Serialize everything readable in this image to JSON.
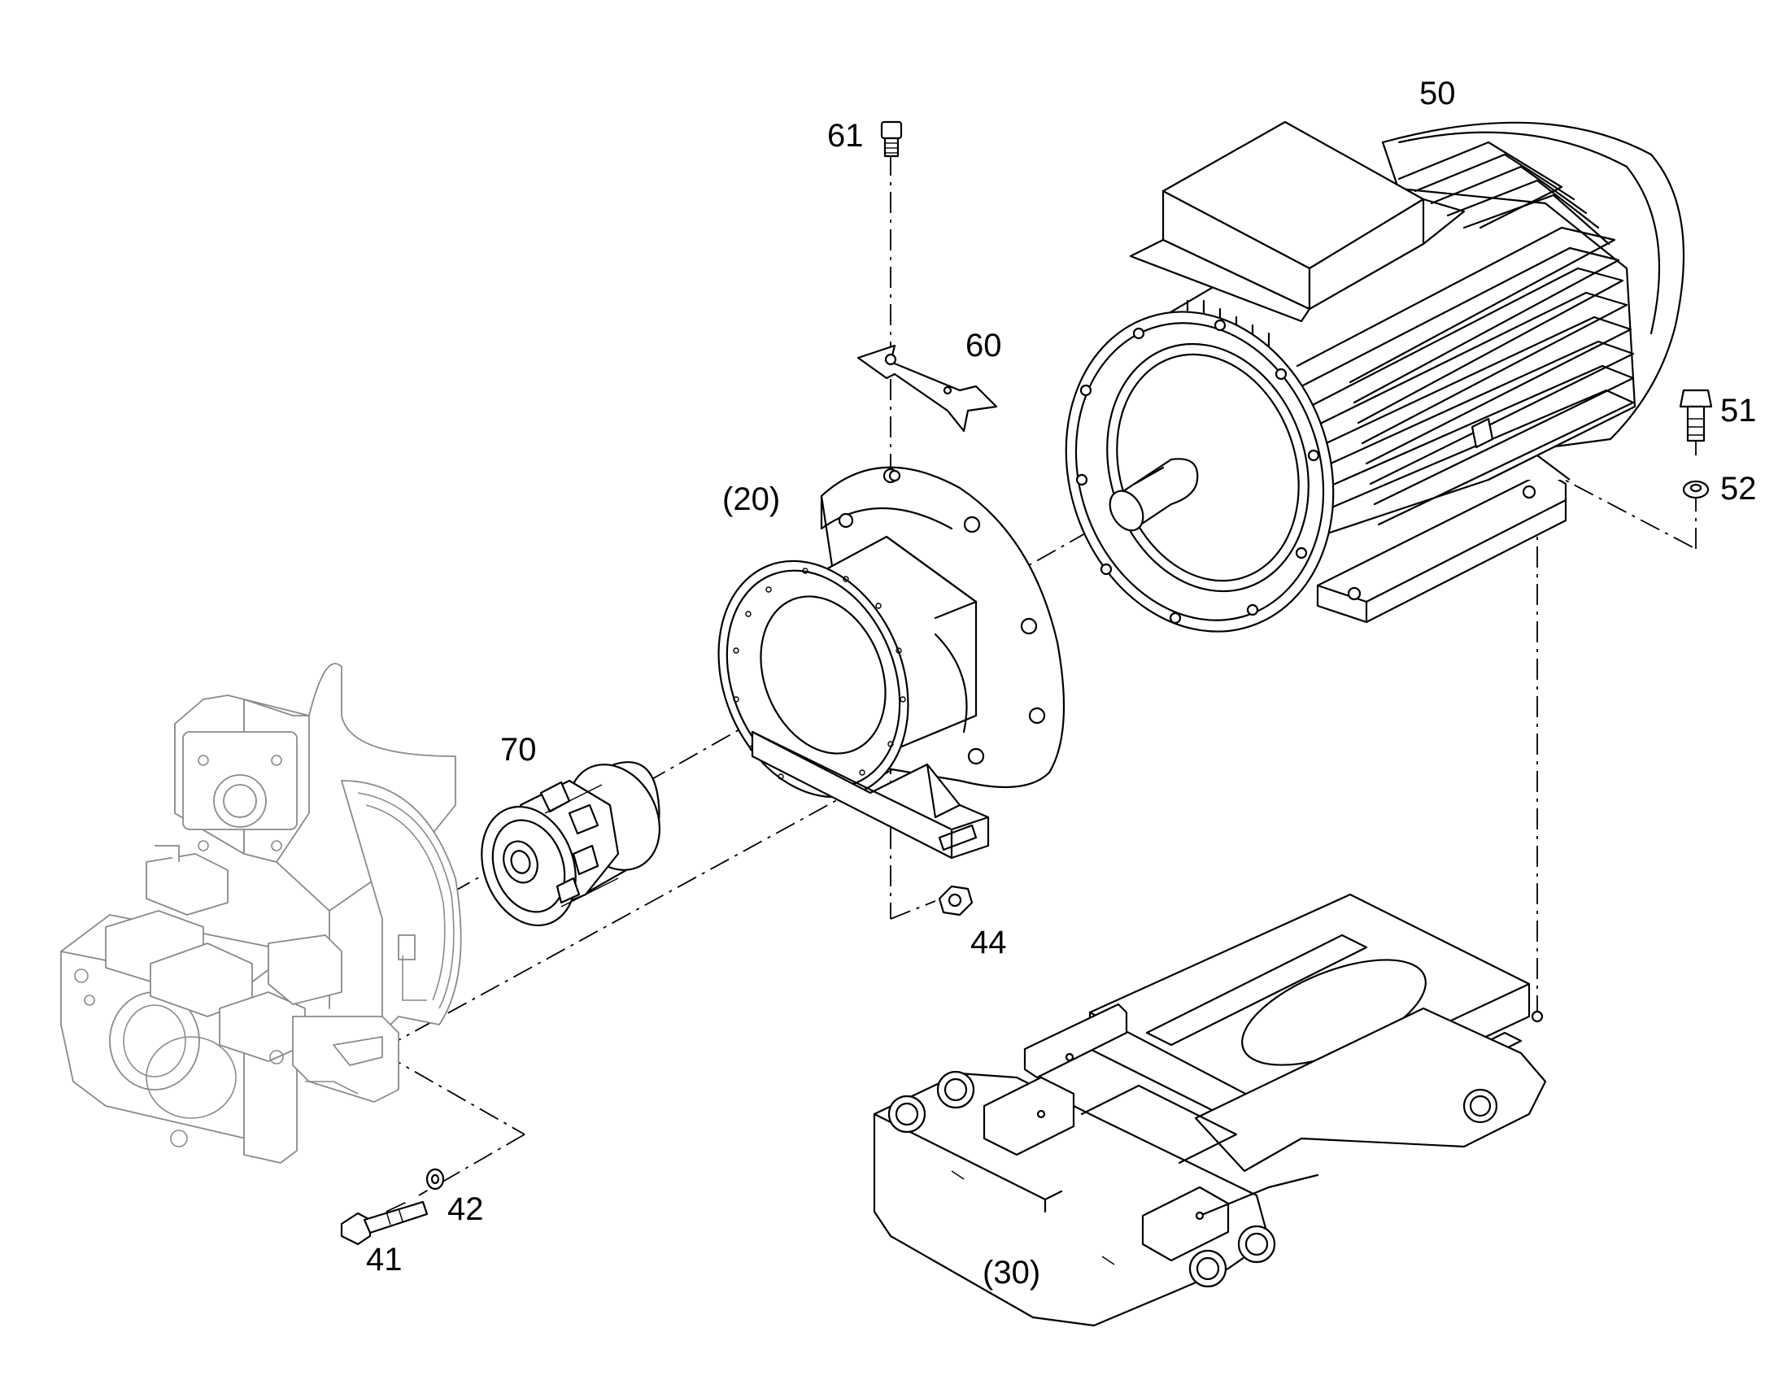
{
  "callouts": {
    "c50": "50",
    "c51": "51",
    "c52": "52",
    "c60": "60",
    "c61": "61",
    "c20": "(20)",
    "c30": "(30)",
    "c70": "70",
    "c44": "44",
    "c41": "41",
    "c42": "42"
  },
  "colors": {
    "line": "#000000",
    "ghost_line": "#8a8a8a",
    "background": "#ffffff"
  }
}
